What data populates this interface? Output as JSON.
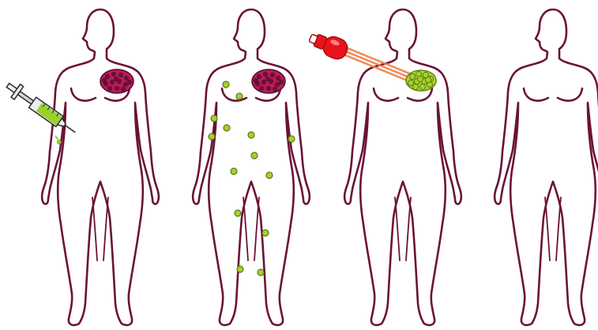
{
  "scene": {
    "description_steps": 4,
    "figures": [
      {
        "id": "figure-1",
        "tumor": "active",
        "nanoparticles_in_body": false,
        "syringe": true,
        "laser": false
      },
      {
        "id": "figure-2",
        "tumor": "active",
        "nanoparticles_in_body": true,
        "syringe": false,
        "laser": false
      },
      {
        "id": "figure-3",
        "tumor": "loaded-with-particles",
        "nanoparticles_in_body": false,
        "syringe": false,
        "laser": true
      },
      {
        "id": "figure-4",
        "tumor": "none",
        "nanoparticles_in_body": false,
        "syringe": false,
        "laser": false
      }
    ]
  },
  "colors": {
    "outline": "#6b1238",
    "tumor_fill": "#c2185b",
    "tumor_dark": "#4a0f2a",
    "particle_fill": "#a4d12c",
    "particle_stroke": "#5b7a12",
    "syringe_liquid": "#9bd22a",
    "syringe_body": "#e8eef0",
    "syringe_stroke": "#2b2b2b",
    "laser_red": "#e8141b",
    "beam": "#f0804e",
    "treated_tumor": "#b4d43b"
  },
  "icons": {
    "syringe": "syringe-icon",
    "laser": "laser-emitter-icon",
    "tumor": "tumor-icon",
    "particle": "nanoparticle-icon"
  }
}
